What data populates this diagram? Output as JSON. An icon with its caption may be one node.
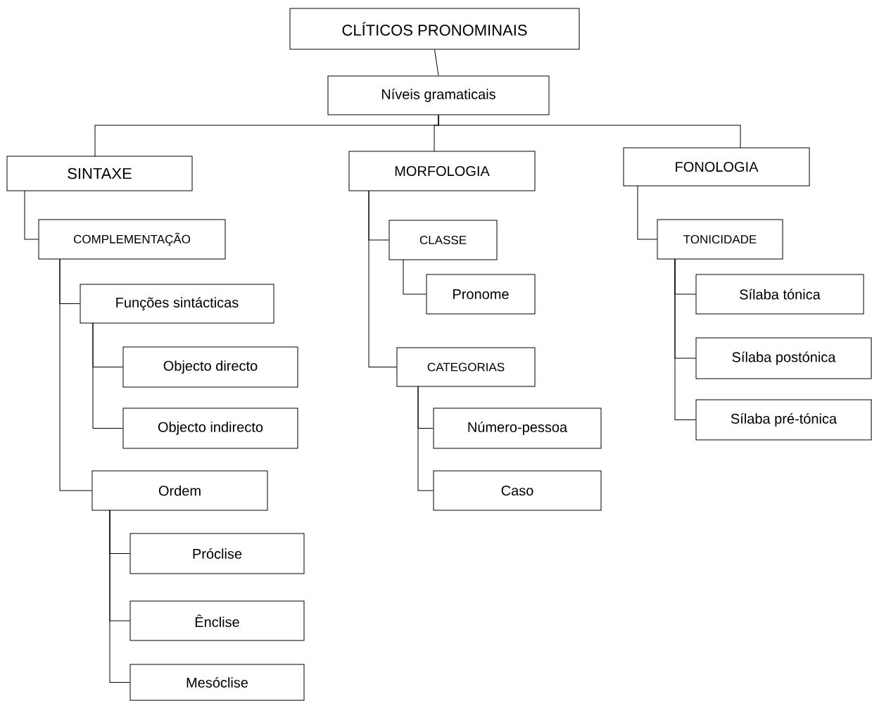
{
  "diagram": {
    "nodes": [
      {
        "text": [
          "CLÍTICOS PRONOMINAIS"
        ]
      },
      {
        "text": [
          "Níveis gramaticais"
        ]
      },
      {
        "text": [
          "SINTAXE"
        ]
      },
      {
        "text": [
          "MORFOLOGIA"
        ]
      },
      {
        "text": [
          "FONOLOGIA"
        ]
      },
      {
        "text": [
          "COMPLEMENTAÇÃO"
        ]
      },
      {
        "text": [
          "Funções sintácticas"
        ]
      },
      {
        "text": [
          "Objecto directo"
        ]
      },
      {
        "text": [
          "Objecto indirecto"
        ]
      },
      {
        "text": [
          "Ordem"
        ]
      },
      {
        "text": [
          "Próclise"
        ]
      },
      {
        "text": [
          "Ênclise"
        ]
      },
      {
        "text": [
          "Mesóclise"
        ]
      },
      {
        "text": [
          "CLASSE"
        ]
      },
      {
        "text": [
          "Pronome"
        ]
      },
      {
        "text": [
          "CATEGORIAS"
        ]
      },
      {
        "text": [
          "Número-pessoa"
        ]
      },
      {
        "text": [
          "Caso"
        ]
      },
      {
        "text": [
          "TONICIDADE"
        ]
      },
      {
        "text": [
          "Sílaba tónica"
        ]
      },
      {
        "text": [
          "Sílaba postónica"
        ]
      },
      {
        "text": [
          "Sílaba pré-tónica"
        ]
      }
    ],
    "edges": [
      {
        "from": 0,
        "to": 1,
        "arrow": "none"
      },
      {
        "from": 1,
        "to": 2,
        "arrow": "none"
      },
      {
        "from": 1,
        "to": 3,
        "arrow": "none"
      },
      {
        "from": 1,
        "to": 4,
        "arrow": "none"
      },
      {
        "from": 2,
        "to": 5,
        "arrow": "none"
      },
      {
        "from": 5,
        "to": 6,
        "arrow": "none"
      },
      {
        "from": 6,
        "to": 7,
        "arrow": "none"
      },
      {
        "from": 6,
        "to": 8,
        "arrow": "none"
      },
      {
        "from": 5,
        "to": 9,
        "arrow": "none"
      },
      {
        "from": 9,
        "to": 10,
        "arrow": "none"
      },
      {
        "from": 9,
        "to": 11,
        "arrow": "none"
      },
      {
        "from": 9,
        "to": 12,
        "arrow": "none"
      },
      {
        "from": 3,
        "to": 13,
        "arrow": "none"
      },
      {
        "from": 13,
        "to": 14,
        "arrow": "none"
      },
      {
        "from": 3,
        "to": 15,
        "arrow": "none"
      },
      {
        "from": 15,
        "to": 16,
        "arrow": "none"
      },
      {
        "from": 15,
        "to": 17,
        "arrow": "none"
      },
      {
        "from": 4,
        "to": 18,
        "arrow": "none"
      },
      {
        "from": 18,
        "to": 19,
        "arrow": "none"
      },
      {
        "from": 18,
        "to": 20,
        "arrow": "none"
      },
      {
        "from": 18,
        "to": 21,
        "arrow": "none"
      }
    ]
  }
}
